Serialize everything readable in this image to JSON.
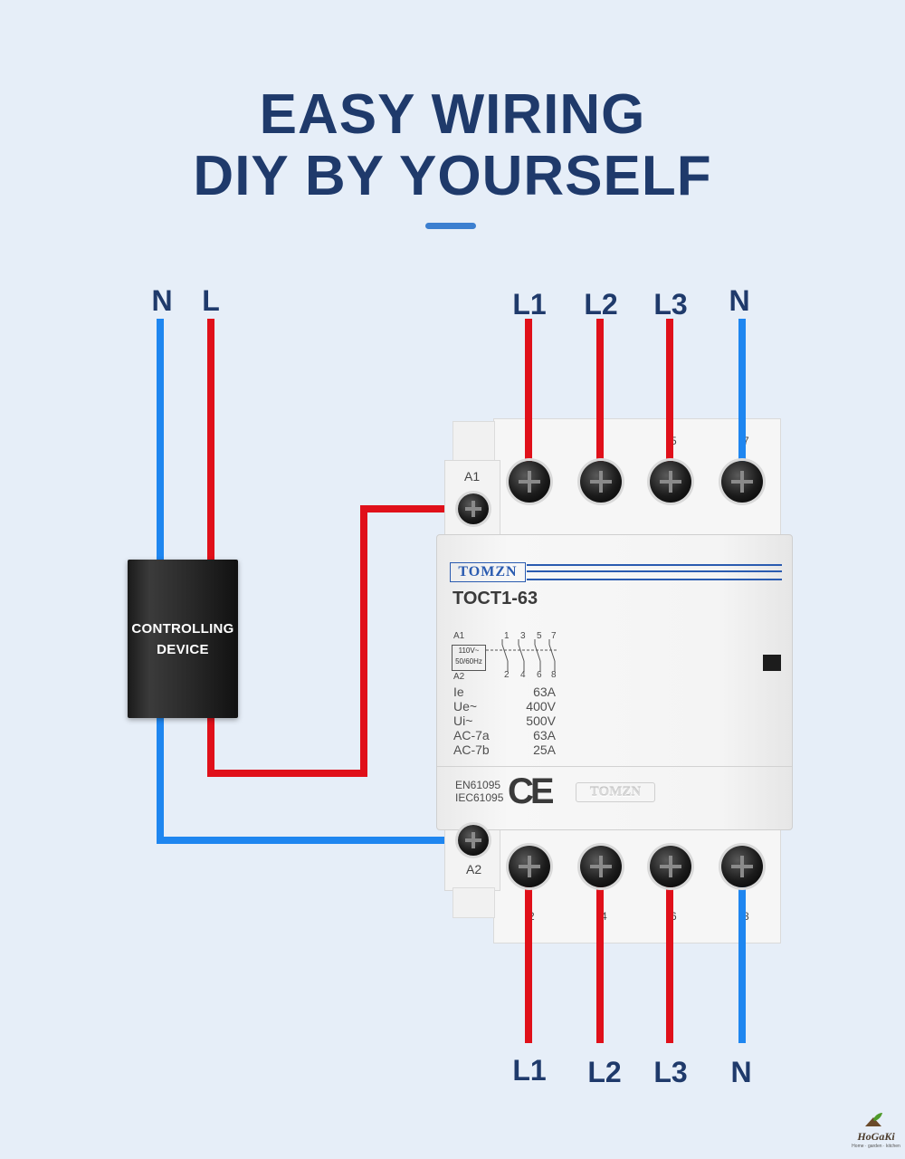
{
  "title": {
    "line1": "EASY WIRING",
    "line2": "DIY BY YOURSELF"
  },
  "colors": {
    "title": "#1f3a6b",
    "live_wire": "#e0101a",
    "neutral_wire": "#1e86f0",
    "accent": "#3c7fd0"
  },
  "control_labels": {
    "neutral": "N",
    "live": "L"
  },
  "top_labels": [
    "L1",
    "L2",
    "L3",
    "N"
  ],
  "bottom_labels": [
    "L1",
    "L2",
    "L3",
    "N"
  ],
  "device": {
    "line1": "CONTROLLING",
    "line2": "DEVICE"
  },
  "contactor": {
    "brand": "TOMZN",
    "model": "TOCT1-63",
    "coil_terminal_top": "A1",
    "coil_terminal_bottom": "A2",
    "coil_voltage": "110V~",
    "coil_frequency": "50/60Hz",
    "contact_numbers_top": [
      "1",
      "3",
      "5",
      "7"
    ],
    "contact_numbers_bottom": [
      "2",
      "4",
      "6",
      "8"
    ],
    "ratings": [
      {
        "key": "Ie",
        "value": "63A"
      },
      {
        "key": "Ue~",
        "value": "400V"
      },
      {
        "key": "Ui~",
        "value": "500V"
      },
      {
        "key": "AC-7a",
        "value": "63A"
      },
      {
        "key": "AC-7b",
        "value": "25A"
      }
    ],
    "standards": [
      "EN61095",
      "IEC61095"
    ],
    "mark": "CE",
    "emboss_brand": "TOMZN",
    "top_terminal_marks": [
      "5",
      "7"
    ],
    "bottom_terminal_marks": [
      "2",
      "4",
      "6",
      "8"
    ]
  },
  "watermark": {
    "name": "HoGaKi",
    "tagline": "Home · garden · kitchen"
  }
}
